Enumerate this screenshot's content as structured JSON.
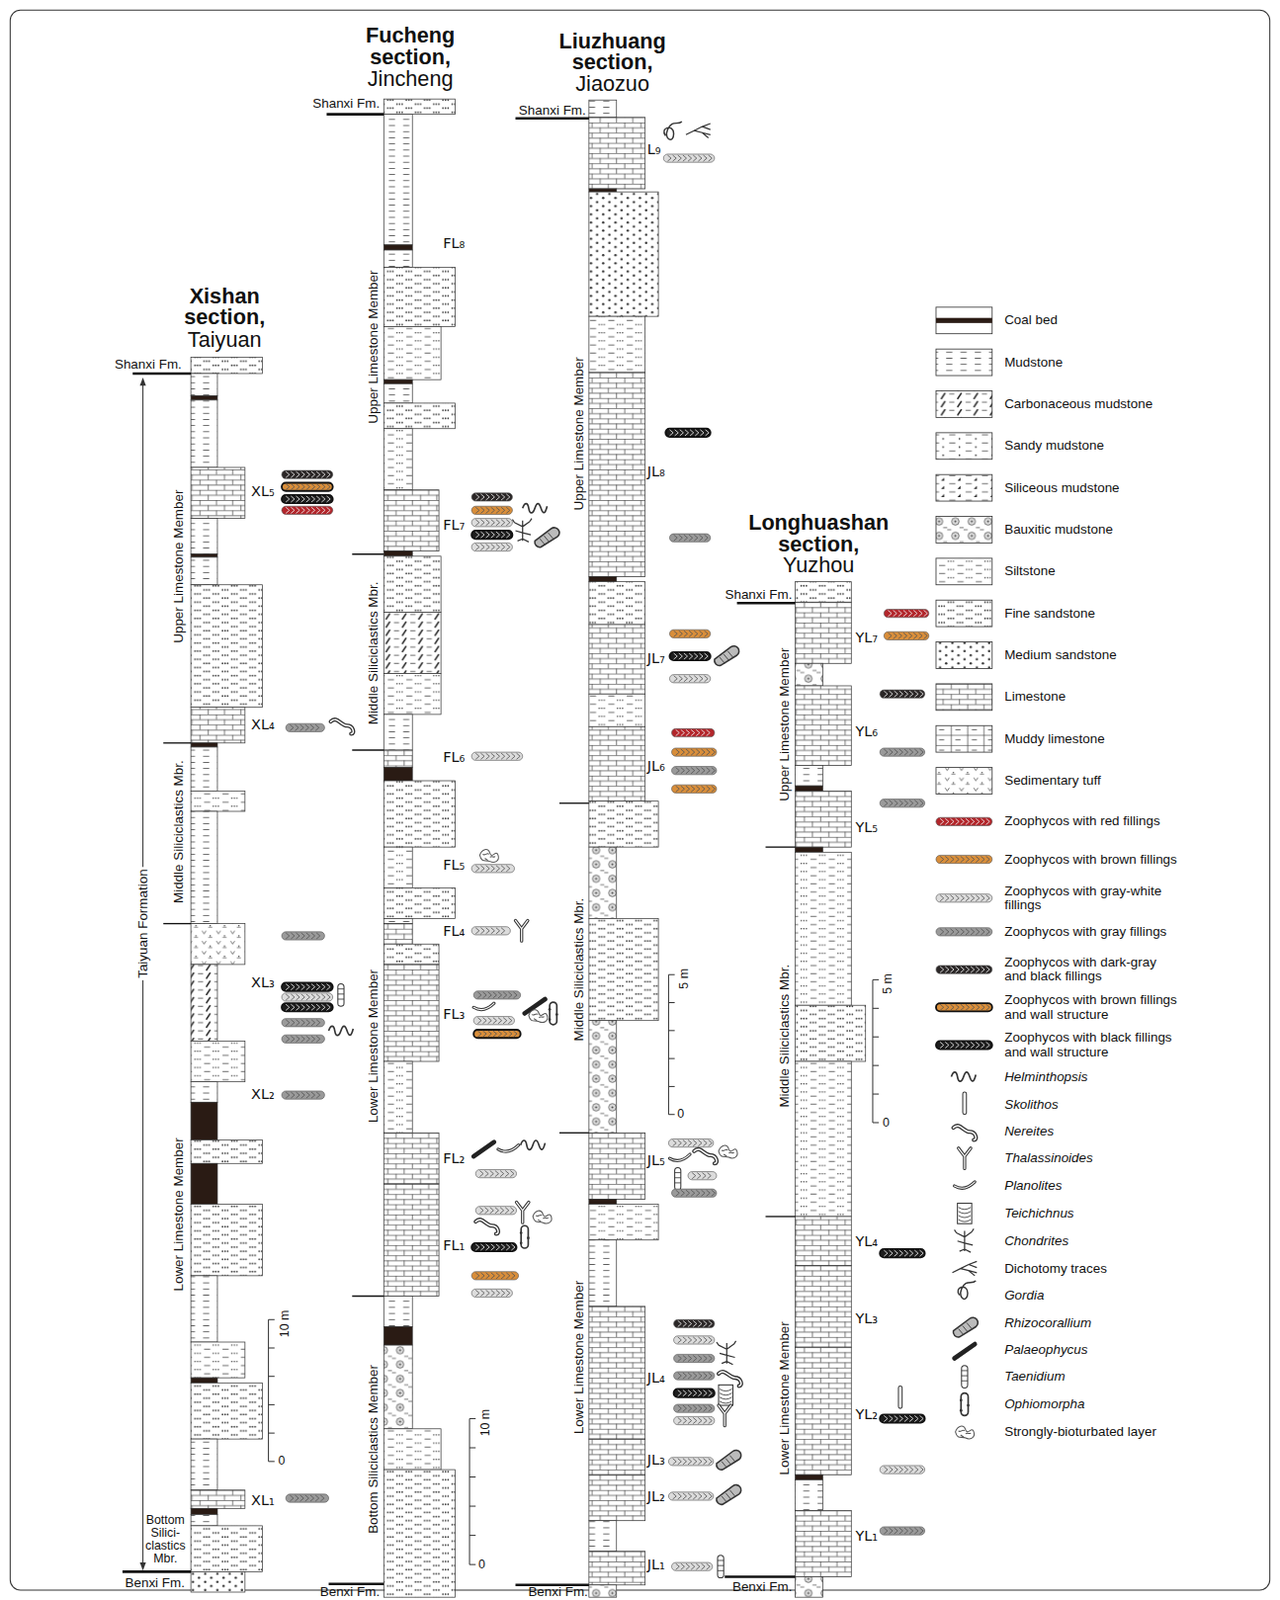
{
  "diagram": {
    "labels": [
      "Xishan section,",
      "Taiyuan",
      "Fucheng section,",
      "Jincheng",
      "Liuzhuang section,",
      "Jiaozuo",
      "Longhuashan section,",
      "Yuzhou",
      "Shanxi Fm.",
      "Benxi Fm.",
      "Shanxi Fm.",
      "Benxi Fm.",
      "Shanxi Fm.",
      "Benxi Fm.",
      "Shanxi Fm.",
      "Benxi Fm.",
      "Taiyuan Formation",
      "Upper Limestone Member",
      "Middle Siliciclastics Mbr.",
      "Lower Limestone Member",
      "Bottom Silici- clastics Mbr.",
      "Upper Limestone Member",
      "Middle Siliciclastics Mbr.",
      "Lower Limestone Member",
      "Bottom Siliciclastics Member",
      "Upper Limestone Member",
      "Middle Siliciclastics Mbr.",
      "Lower Limestone Member",
      "Upper Limestone Member",
      "Middle Siliciclastics Mbr.",
      "Lower Limestone Member",
      "XL₁",
      "XL₂",
      "XL₃",
      "XL₄",
      "XL₅",
      "FL₁",
      "FL₂",
      "FL₃",
      "FL₄",
      "FL₅",
      "FL₆",
      "FL₇",
      "FL₈",
      "JL₁",
      "JL₂",
      "JL₃",
      "JL₄",
      "JL₅",
      "JL₆",
      "JL₇",
      "JL₈",
      "L₉",
      "YL₁",
      "YL₂",
      "YL₃",
      "YL₄",
      "YL₅",
      "YL₆",
      "YL₇",
      "10 m",
      "0",
      "10 m",
      "0",
      "5 m",
      "0",
      "5 m",
      "0"
    ],
    "legend": [
      {
        "text": "Coal bed"
      },
      {
        "text": "Mudstone"
      },
      {
        "text": "Carbonaceous mudstone"
      },
      {
        "text": "Sandy mudstone"
      },
      {
        "text": "Siliceous mudstone"
      },
      {
        "text": "Bauxitic mudstone"
      },
      {
        "text": "Siltstone"
      },
      {
        "text": "Fine sandstone"
      },
      {
        "text": "Medium sandstone"
      },
      {
        "text": "Limestone"
      },
      {
        "text": "Muddy limestone"
      },
      {
        "text": "Sedimentary tuff"
      },
      {
        "text": "Zoophycos with red fillings",
        "color": "#b3262b"
      },
      {
        "text": "Zoophycos with brown fillings",
        "color": "#d98e3a"
      },
      {
        "text": "Zoophycos with gray-white fillings",
        "color": "#dcdcdc"
      },
      {
        "text": "Zoophycos with gray fillings",
        "color": "#9a9a9a"
      },
      {
        "text": "Zoophycos with dark-gray and black fillings",
        "color": "#2b2727"
      },
      {
        "text": "Zoophycos with brown fillings and wall structure",
        "color": "#d98e3a"
      },
      {
        "text": "Zoophycos with black fillings and wall structure",
        "color": "#1e1e1e"
      },
      {
        "text": "Helminthopsis"
      },
      {
        "text": "Skolithos"
      },
      {
        "text": "Nereites"
      },
      {
        "text": "Thalassinoides"
      },
      {
        "text": "Planolites"
      },
      {
        "text": "Teichichnus"
      },
      {
        "text": "Chondrites"
      },
      {
        "text": "Dichotomy traces"
      },
      {
        "text": "Gordia"
      },
      {
        "text": "Rhizocorallium"
      },
      {
        "text": "Palaeophycus"
      },
      {
        "text": "Taenidium"
      },
      {
        "text": "Ophiomorpha"
      },
      {
        "text": "Strongly-bioturbated layer"
      }
    ]
  }
}
